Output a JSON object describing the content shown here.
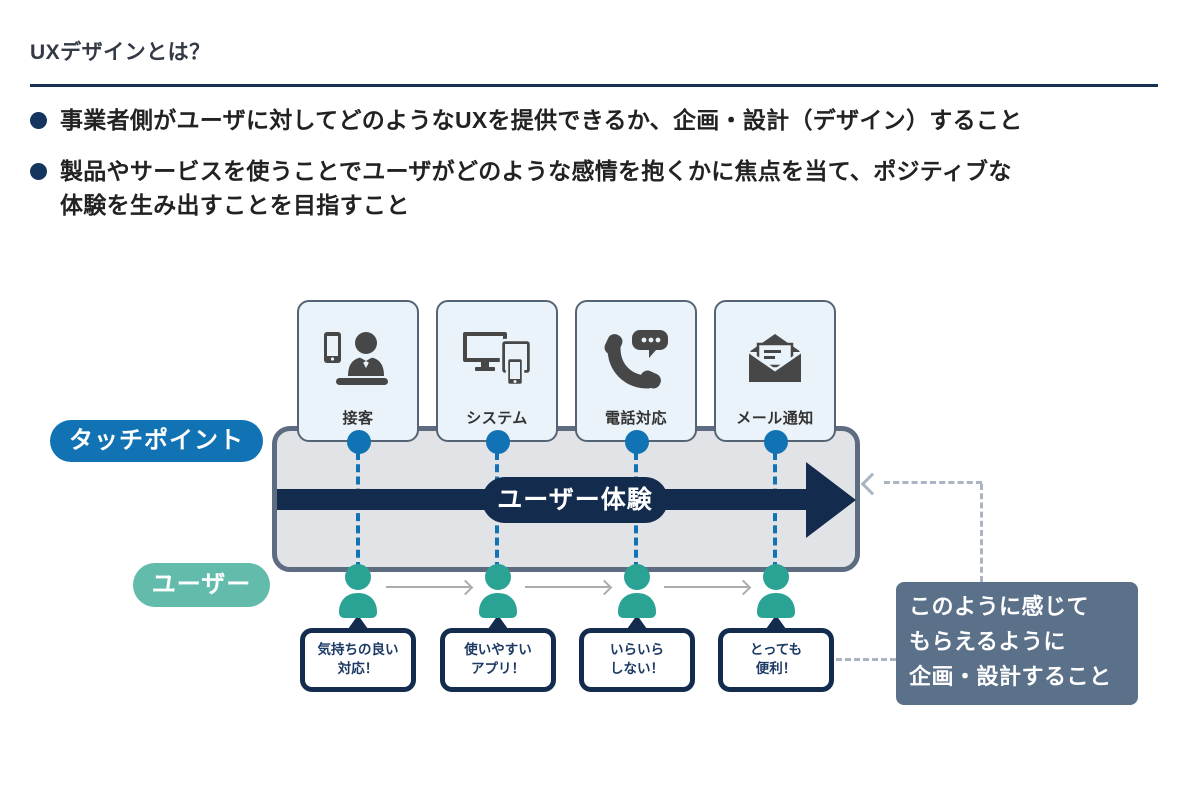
{
  "page": {
    "title": "UXデザインとは？",
    "bullets": [
      "事業者側がユーザに対してどのようなUXを提供できるか、企画・設計（デザイン）すること",
      "製品やサービスを使うことでユーザがどのような感情を抱くかに焦点を当て、ポジティブな\n体験を生み出すことを目指すこと"
    ]
  },
  "diagram": {
    "touchpoint_label": "タッチポイント",
    "user_label": "ユーザー",
    "experience_label": "ユーザー体験",
    "channels": [
      {
        "label": "接客",
        "icon": "receptionist-icon"
      },
      {
        "label": "システム",
        "icon": "devices-icon"
      },
      {
        "label": "電話対応",
        "icon": "phone-call-icon"
      },
      {
        "label": "メール通知",
        "icon": "mail-icon"
      }
    ],
    "feelings": [
      "気持ちの良い\n対応！",
      "使いやすい\nアプリ！",
      "いらいら\nしない！",
      "とっても\n便利！"
    ],
    "note": "このように感じて\nもらえるように\n企画・設計すること"
  },
  "colors": {
    "navy": "#132c4e",
    "heading_rule": "#16324f",
    "blue": "#1273b4",
    "teal_person": "#2ba394",
    "teal_pill": "#63bcab",
    "band_fill": "#e2e3e7",
    "band_border": "#5d6c80",
    "card_fill": "#eaf3fa",
    "card_border": "#556474",
    "note_bg": "#5b7089",
    "dash_gray": "#a9b5c3",
    "icon_gray": "#474747"
  }
}
